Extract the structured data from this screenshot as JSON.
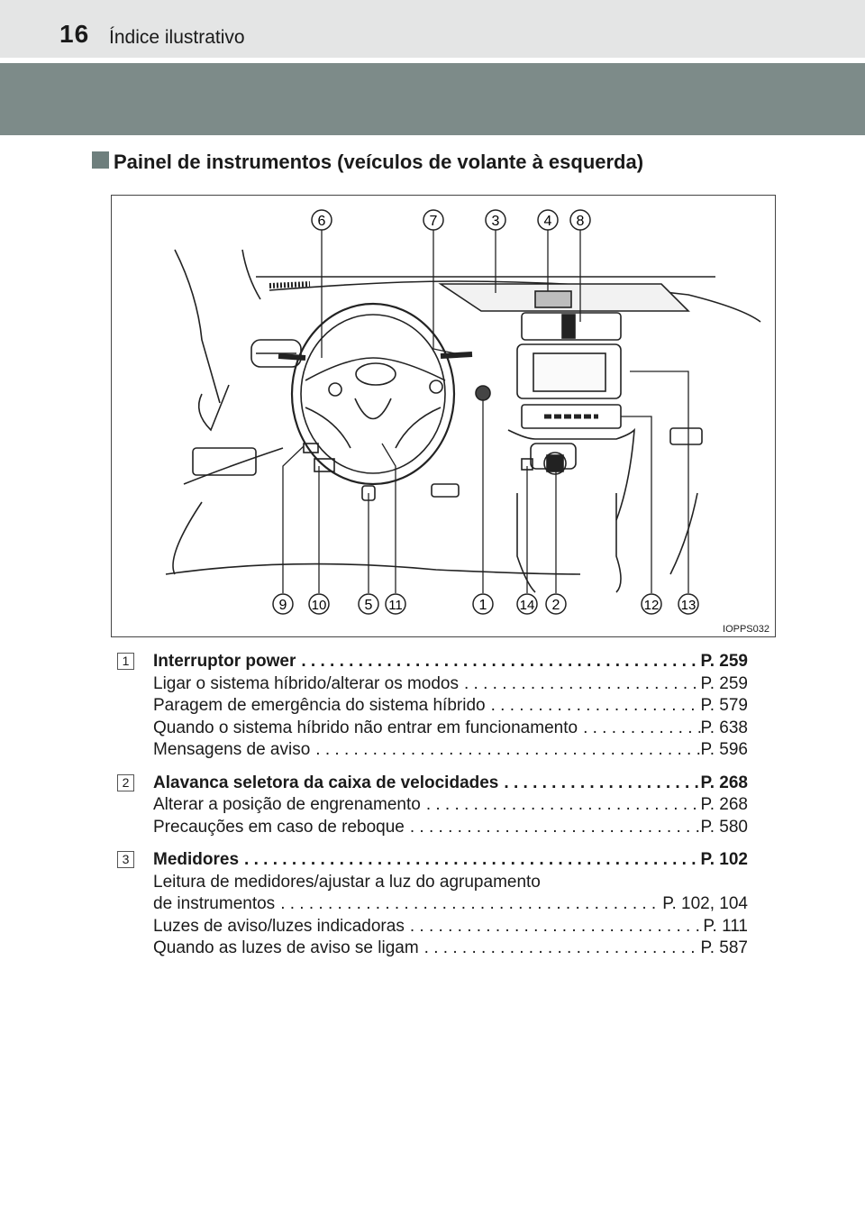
{
  "header": {
    "page_number": "16",
    "chapter": "Índice ilustrativo"
  },
  "section": {
    "title": "Painel de instrumentos (veículos de volante à esquerda)"
  },
  "figure": {
    "code": "IOPPS032",
    "callouts_top": [
      "6",
      "7",
      "3",
      "4",
      "8"
    ],
    "callouts_bottom": [
      "9",
      "10",
      "5",
      "11",
      "1",
      "14",
      "2",
      "12",
      "13"
    ]
  },
  "entries": [
    {
      "number": "1",
      "title": "Interruptor power",
      "title_page": "P. 259",
      "items": [
        {
          "label": "Ligar o sistema híbrido/alterar os modos",
          "page": "P. 259"
        },
        {
          "label": "Paragem de emergência do sistema híbrido",
          "page": "P. 579"
        },
        {
          "label": "Quando o sistema híbrido não entrar em funcionamento",
          "page": "P. 638"
        },
        {
          "label": "Mensagens de aviso",
          "page": "P. 596"
        }
      ]
    },
    {
      "number": "2",
      "title": "Alavanca seletora da caixa de velocidades",
      "title_page": "P. 268",
      "items": [
        {
          "label": "Alterar a posição de engrenamento",
          "page": "P. 268"
        },
        {
          "label": "Precauções em caso de reboque",
          "page": "P. 580"
        }
      ]
    },
    {
      "number": "3",
      "title": "Medidores",
      "title_page": "P. 102",
      "line_before": "Leitura de medidores/ajustar a luz do agrupamento",
      "items": [
        {
          "label": "de instrumentos",
          "page": "P. 102, 104"
        },
        {
          "label": "Luzes de aviso/luzes indicadoras",
          "page": "P. 111"
        },
        {
          "label": "Quando as luzes de aviso se ligam",
          "page": "P. 587"
        }
      ]
    }
  ]
}
